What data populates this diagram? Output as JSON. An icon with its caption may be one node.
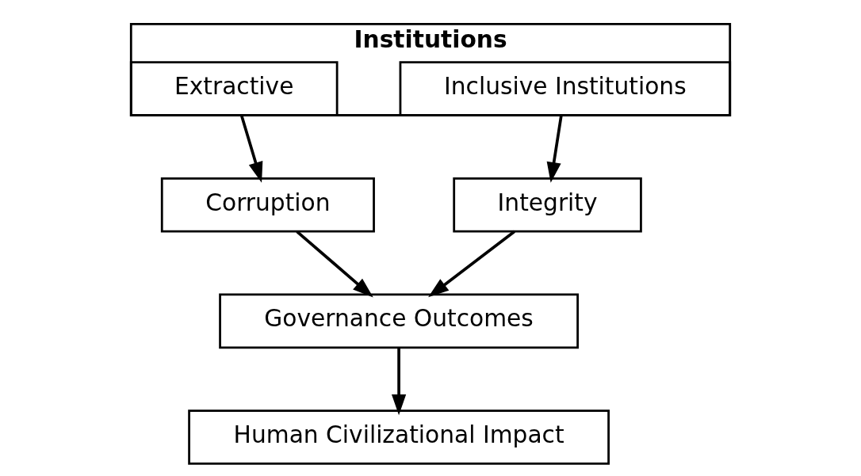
{
  "diagram": {
    "nodes": [
      {
        "text": [
          "Institutions"
        ]
      },
      {
        "text": [
          "Extractive"
        ],
        "in": 0
      },
      {
        "text": [
          "Inclusive Institutions"
        ],
        "in": 0
      },
      {
        "text": [
          "Corruption"
        ]
      },
      {
        "text": [
          "Integrity"
        ]
      },
      {
        "text": [
          "Governance Outcomes"
        ]
      },
      {
        "text": [
          "Human Civilizational Impact"
        ]
      }
    ],
    "edges": [
      {
        "from": 1,
        "to": 3,
        "arrow": "to"
      },
      {
        "from": 2,
        "to": 4,
        "arrow": "to"
      },
      {
        "from": 3,
        "to": 5,
        "arrow": "to"
      },
      {
        "from": 4,
        "to": 5,
        "arrow": "to"
      },
      {
        "from": 5,
        "to": 6,
        "arrow": "to"
      }
    ]
  }
}
